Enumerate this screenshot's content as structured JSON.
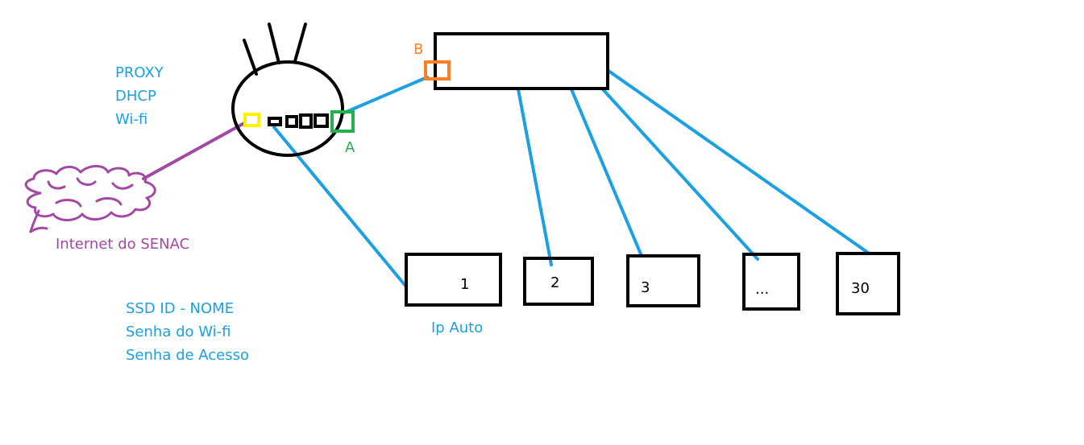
{
  "router": {
    "services": [
      "PROXY",
      "DHCP",
      "Wi-fi"
    ],
    "port_a_label": "A"
  },
  "switch": {
    "port_b_label": "B"
  },
  "internet": {
    "label": "Internet do SENAC"
  },
  "wifi_info": {
    "lines": [
      "SSD ID - NOME",
      "Senha do Wi-fi",
      "Senha de Acesso"
    ]
  },
  "clients": {
    "labels": [
      "1",
      "2",
      "3",
      "...",
      "30"
    ],
    "ip_note": "Ip Auto"
  },
  "colors": {
    "cable": "#1ba1e2",
    "internet_cable": "#a349a4",
    "wan_port": "#fff200",
    "port_a": "#22b14c",
    "port_b": "#ff7f27",
    "outline": "#000000"
  }
}
